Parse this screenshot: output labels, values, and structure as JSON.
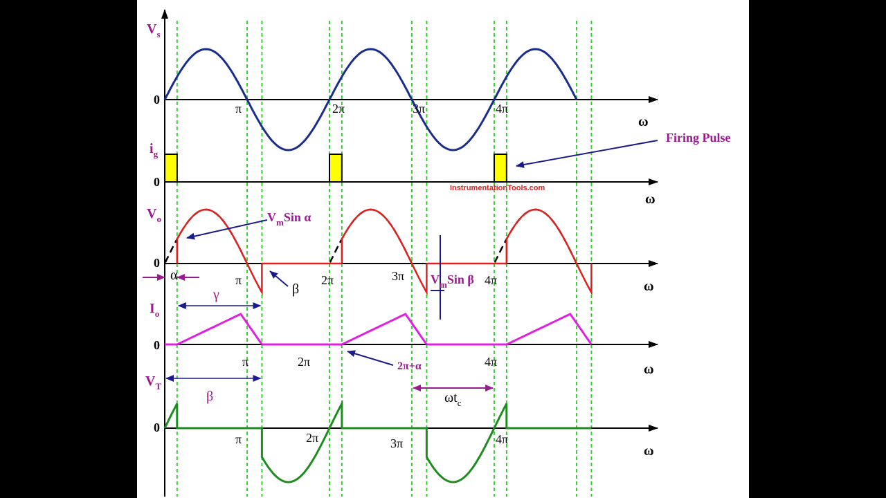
{
  "labels": {
    "vs": "V",
    "vs_sub": "s",
    "ig": "i",
    "ig_sub": "g",
    "vo": "V",
    "vo_sub": "o",
    "io": "I",
    "io_sub": "o",
    "vt": "V",
    "vt_sub": "T",
    "zero": "0",
    "omega": "ω",
    "firing_pulse": "Firing Pulse",
    "watermark": "InstrumentationTools.com",
    "vm_sin_alpha_v": "V",
    "vm_sin_alpha_m": "m",
    "vm_sin_alpha_rest": "Sin α",
    "vm_sin_beta_v": "V",
    "vm_sin_beta_m": "m",
    "vm_sin_beta_rest": "Sin β",
    "alpha": "α",
    "beta": "β",
    "gamma": "γ",
    "two_pi_plus_alpha": "2π+α",
    "omega_tc_w": "ω",
    "omega_tc_t": "t",
    "omega_tc_c": "c",
    "pi": "π",
    "two_pi": "2π",
    "three_pi": "3π",
    "four_pi": "4π"
  },
  "colors": {
    "axis": "#000000",
    "source": "#1a2d8c",
    "pulse_fill": "#ffff00",
    "output_voltage": "#e02020",
    "dashed_sine": "#000000",
    "current": "#e020e0",
    "thyristor_voltage": "#1e8c1e",
    "guide": "#22cc22",
    "annotation_purple": "#9b1b8e",
    "annotation_blue": "#1a1a8c"
  }
}
